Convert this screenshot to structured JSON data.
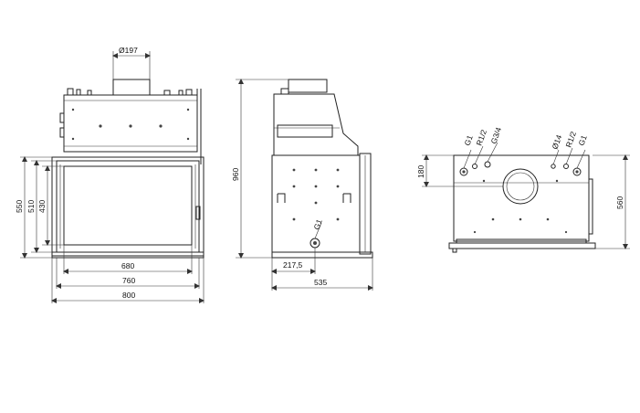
{
  "colors": {
    "line": "#222222",
    "background": "#ffffff"
  },
  "front_view": {
    "dimensions": {
      "flue_diameter": "Ø197",
      "height_outer": "550",
      "height_mid": "510",
      "height_inner": "430",
      "width_glass": "680",
      "width_mid": "760",
      "width_outer": "800"
    }
  },
  "side_view": {
    "dimensions": {
      "total_height": "960",
      "offset": "217,5",
      "depth": "535"
    },
    "connection_label": "G1"
  },
  "rear_view": {
    "dimensions": {
      "top_offset": "180",
      "height": "560"
    },
    "connection_labels": [
      "G1",
      "R1/2",
      "G3/4",
      "Ø14",
      "R1/2",
      "G1"
    ]
  }
}
